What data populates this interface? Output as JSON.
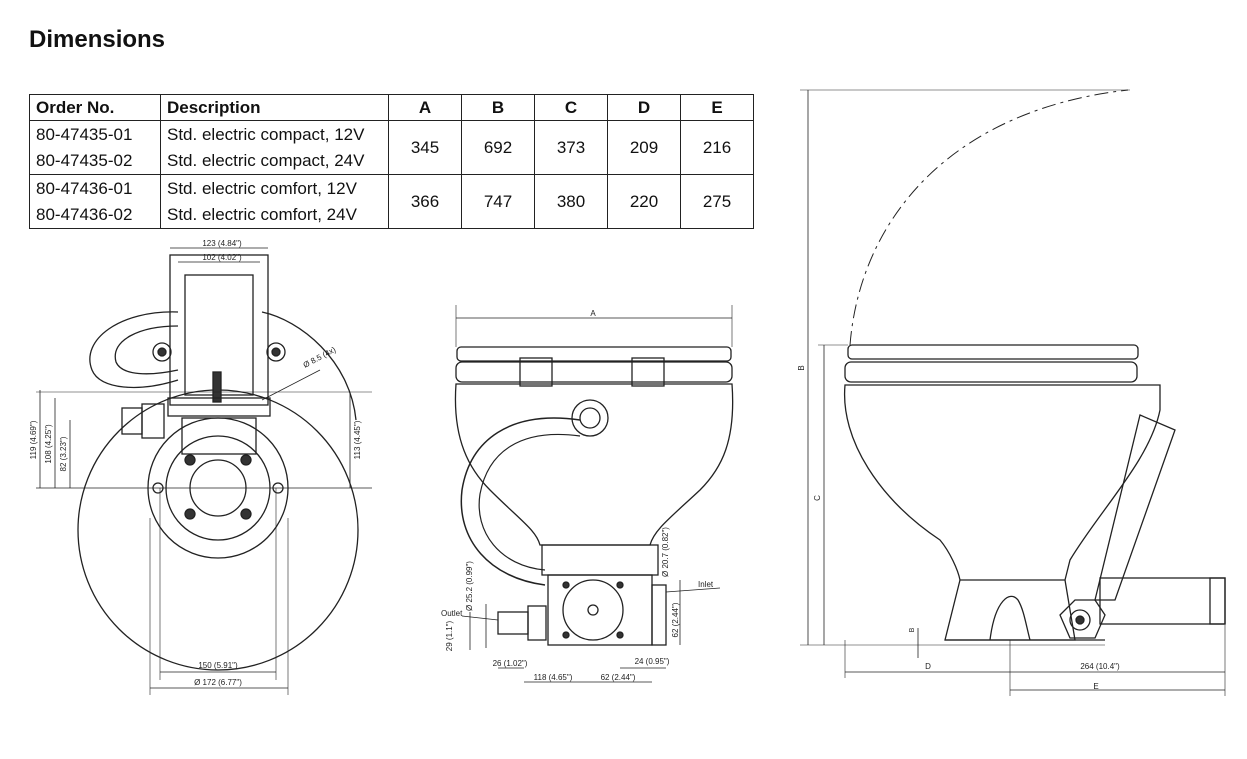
{
  "title": "Dimensions",
  "table": {
    "headers": [
      "Order No.",
      "Description",
      "A",
      "B",
      "C",
      "D",
      "E"
    ],
    "rows": [
      {
        "order_nos": [
          "80-47435-01",
          "80-47435-02"
        ],
        "descriptions": [
          "Std. electric compact, 12V",
          "Std. electric compact, 24V"
        ],
        "A": "345",
        "B": "692",
        "C": "373",
        "D": "209",
        "E": "216"
      },
      {
        "order_nos": [
          "80-47436-01",
          "80-47436-02"
        ],
        "descriptions": [
          "Std. electric comfort, 12V",
          "Std. electric comfort, 24V"
        ],
        "A": "366",
        "B": "747",
        "C": "380",
        "D": "220",
        "E": "275"
      }
    ]
  },
  "top_view": {
    "dim_123": "123 (4.84\")",
    "dim_102": "102 (4.02\")",
    "dim_hole": "Ø 8.5 (4x)",
    "dim_119": "119 (4.69\")",
    "dim_108": "108 (4.25\")",
    "dim_82": "82 (3.23\")",
    "dim_113": "113 (4.45\")",
    "dim_150": "150 (5.91\")",
    "dim_172": "Ø 172 (6.77\")"
  },
  "front_view": {
    "dim_A": "A",
    "outlet_label": "Outlet",
    "inlet_label": "Inlet",
    "dim_29": "29 (1.1\")",
    "dim_25": "Ø 25.2 (0.99\")",
    "dim_20": "Ø 20.7 (0.82\")",
    "dim_62v": "62 (2.44\")",
    "dim_26": "26 (1.02\")",
    "dim_118": "118 (4.65\")",
    "dim_62h": "62 (2.44\")",
    "dim_24": "24 (0.95\")"
  },
  "side_view": {
    "dim_B": "B",
    "dim_C": "C",
    "dim_b_small": "B",
    "dim_D": "D",
    "dim_264": "264 (10.4\")",
    "dim_E": "E"
  }
}
